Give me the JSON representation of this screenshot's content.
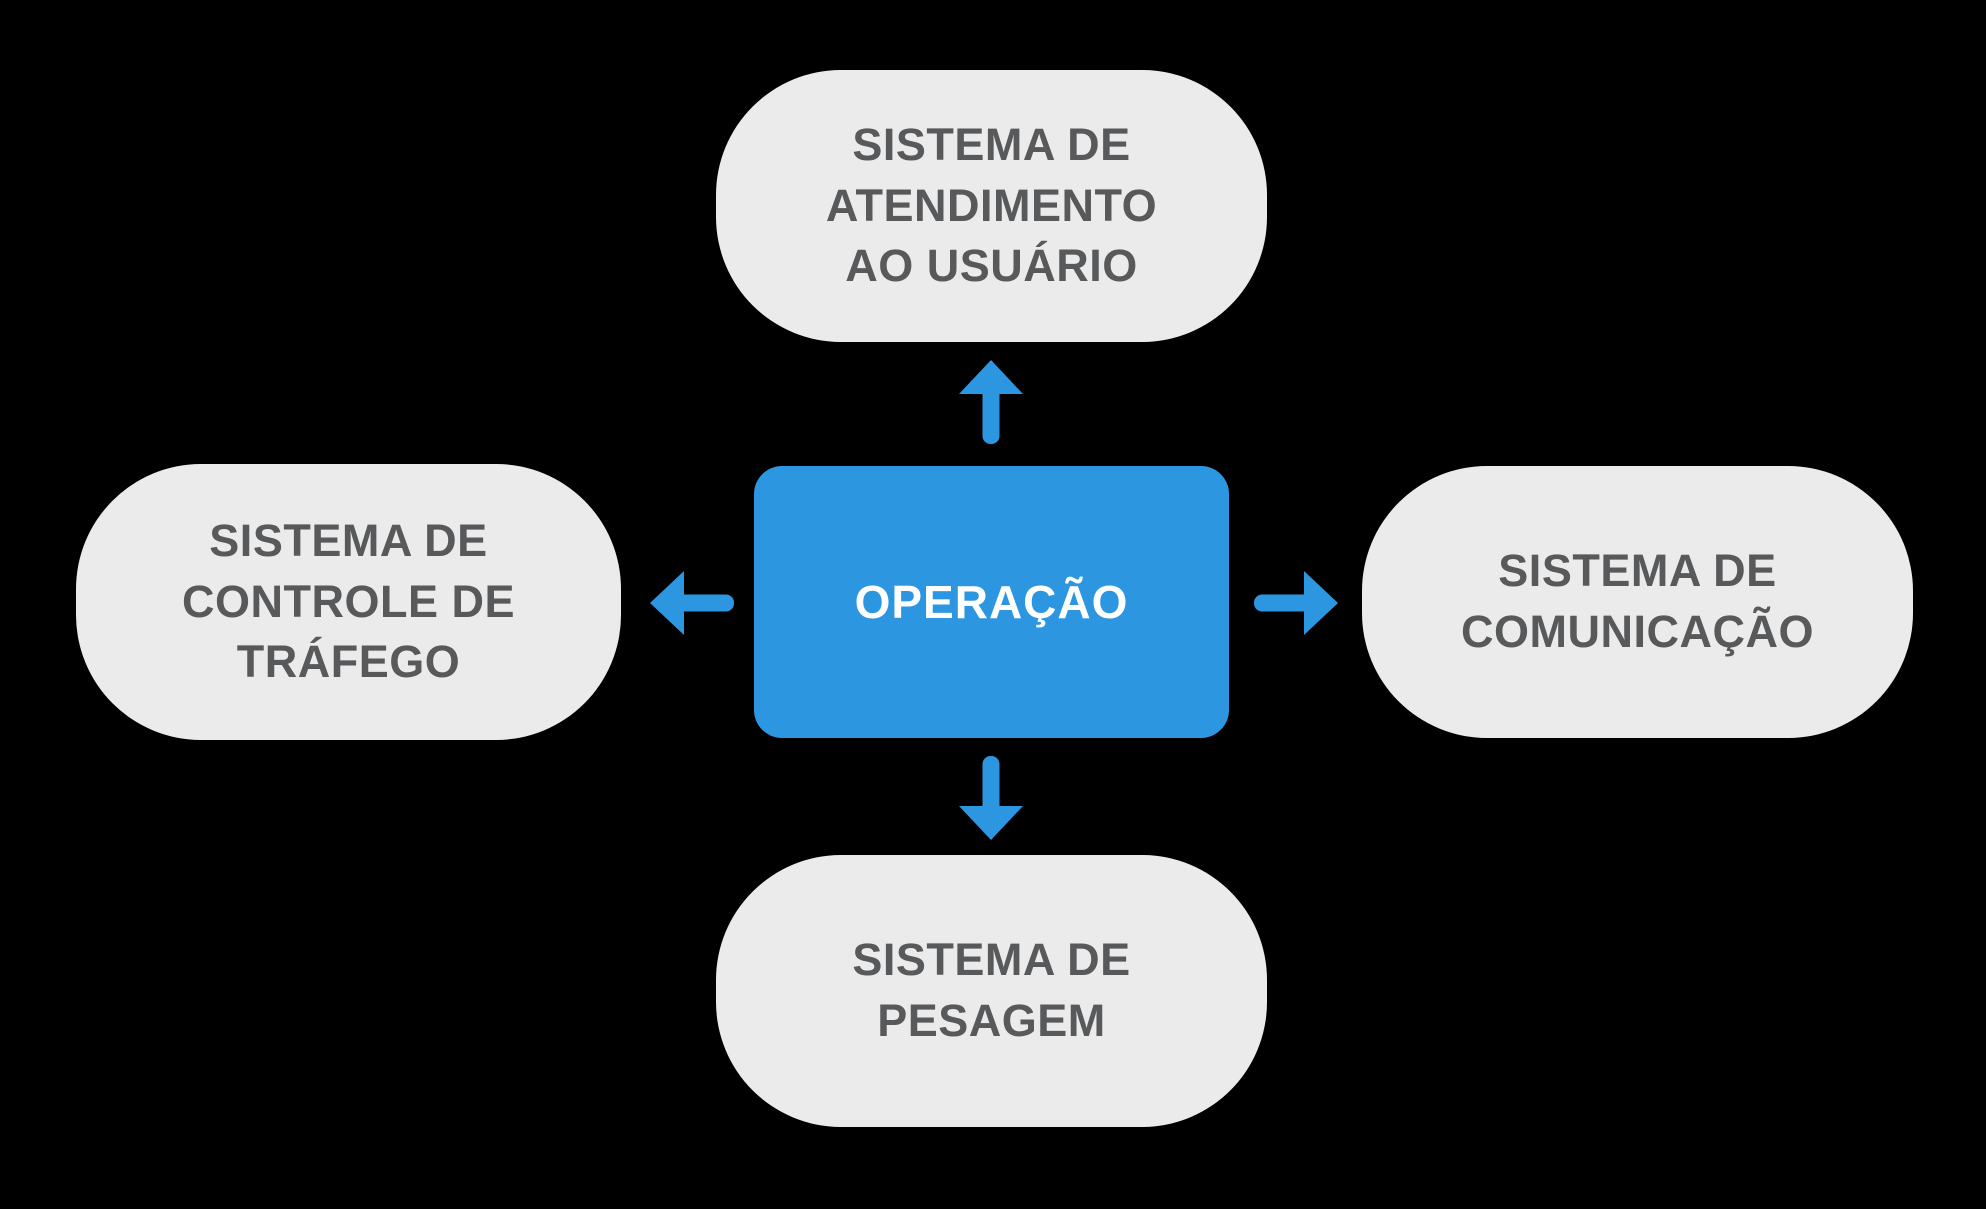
{
  "colors": {
    "background": "#000000",
    "accent_blue": "#2D96E1",
    "node_background": "#EBEBEB",
    "node_text": "#58595B",
    "center_text": "#FFFFFF"
  },
  "diagram": {
    "type": "hub-and-spoke",
    "center": {
      "label": "OPERAÇÃO"
    },
    "top": {
      "label": "SISTEMA DE\nATENDIMENTO\nAO USUÁRIO"
    },
    "left": {
      "label": "SISTEMA DE\nCONTROLE DE\nTRÁFEGO"
    },
    "right": {
      "label": "SISTEMA DE\nCOMUNICAÇÃO"
    },
    "bottom": {
      "label": "SISTEMA DE\nPESAGEM"
    },
    "connections": [
      {
        "from": "center",
        "to": "top",
        "direction": "up"
      },
      {
        "from": "center",
        "to": "bottom",
        "direction": "down"
      },
      {
        "from": "center",
        "to": "left",
        "direction": "left"
      },
      {
        "from": "center",
        "to": "right",
        "direction": "right"
      }
    ]
  }
}
